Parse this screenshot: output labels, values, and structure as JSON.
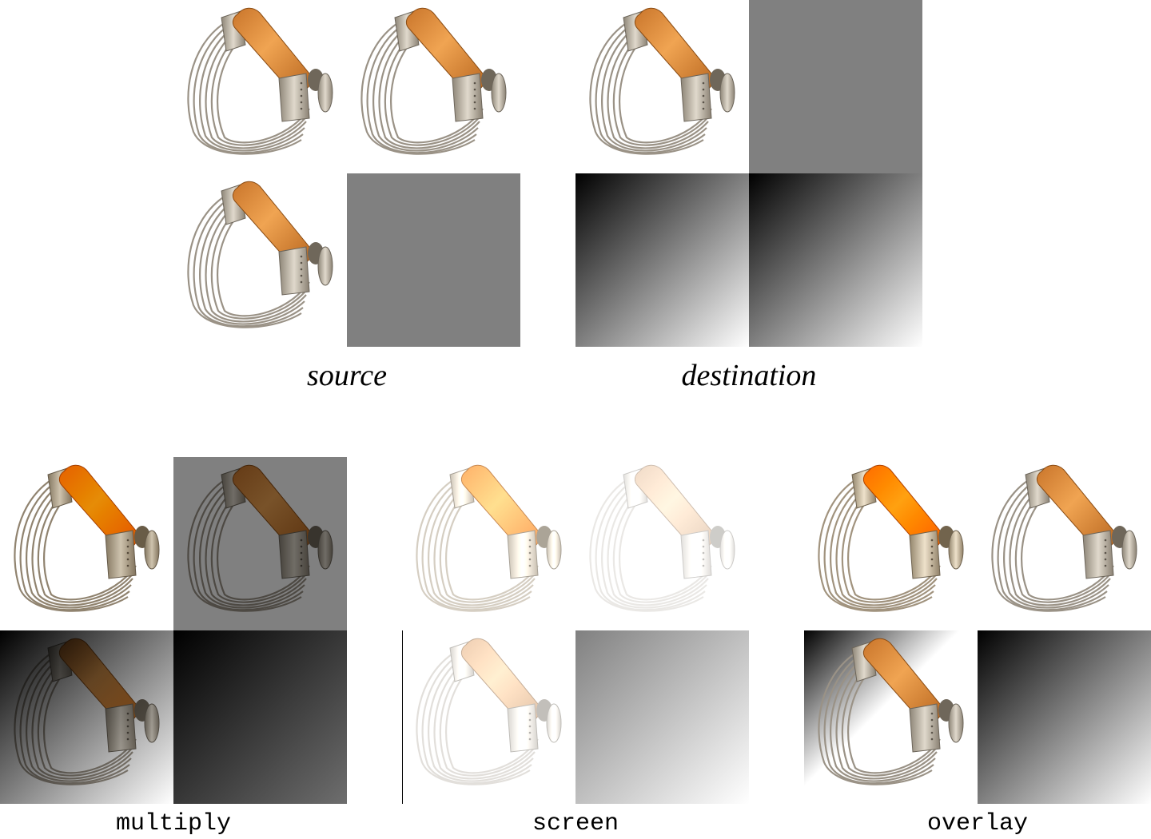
{
  "labels": {
    "source": "source",
    "destination": "destination",
    "multiply": "multiply",
    "screen": "screen",
    "overlay": "overlay"
  },
  "icons": {
    "cutter": "pastry-blender-icon"
  },
  "colors": {
    "gray": "#808080",
    "gradient_dark": "#000000",
    "gradient_light": "#ffffff",
    "handle_wood": "#e0933f",
    "metal": "#b5ab9c"
  }
}
